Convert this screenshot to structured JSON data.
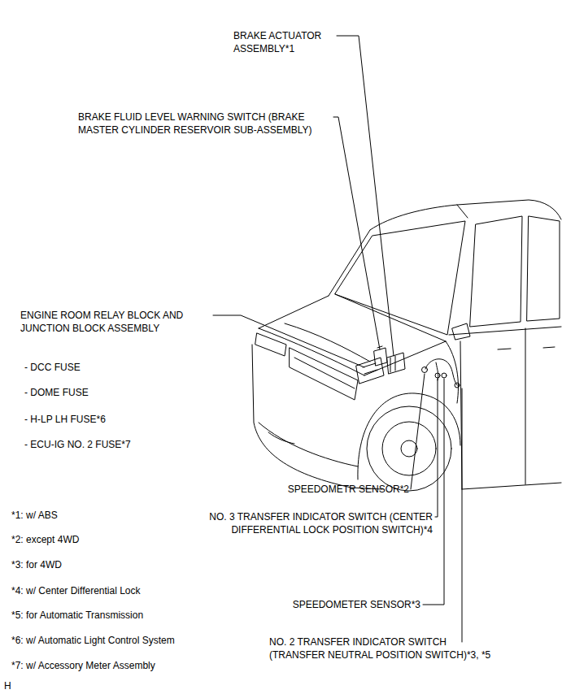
{
  "diagram": {
    "labels": [
      "BRAKE ACTUATOR ASSEMBLY*1",
      "BRAKE FLUID LEVEL WARNING SWITCH (BRAKE MASTER CYLINDER RESERVOIR SUB-ASSEMBLY)",
      "ENGINE ROOM RELAY BLOCK AND JUNCTION BLOCK ASSEMBLY",
      "- DCC FUSE",
      "- DOME FUSE",
      "- H-LP LH FUSE*6",
      "- ECU-IG NO. 2 FUSE*7",
      "SPEEDOMETR SENSOR*2",
      "NO. 3 TRANSFER INDICATOR SWITCH (CENTER DIFFERENTIAL LOCK POSITION SWITCH)*4",
      "*1: w/ ABS",
      "*2: except 4WD",
      "*3: for 4WD",
      "*4: w/ Center Differential Lock",
      "*5: for Automatic Transmission",
      "*6: w/ Automatic Light Control System",
      "*7: w/ Accessory Meter Assembly",
      "SPEEDOMETER SENSOR*3",
      "NO. 2 TRANSFER INDICATOR SWITCH (TRANSFER NEUTRAL POSITION SWITCH)*3, *5",
      "H"
    ]
  }
}
